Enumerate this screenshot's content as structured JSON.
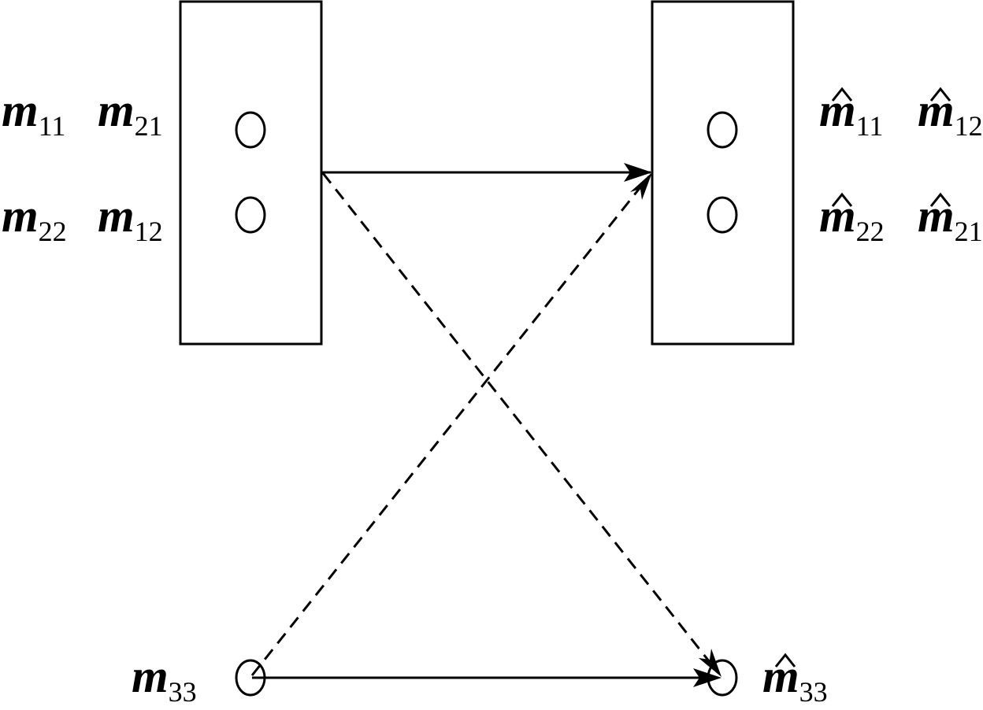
{
  "colors": {
    "stroke": "#000000",
    "background": "#ffffff"
  },
  "labels": {
    "m11": {
      "base": "m",
      "sub": "11"
    },
    "m21": {
      "base": "m",
      "sub": "21"
    },
    "m22": {
      "base": "m",
      "sub": "22"
    },
    "m12": {
      "base": "m",
      "sub": "12"
    },
    "m33": {
      "base": "m",
      "sub": "33"
    },
    "mhat11": {
      "base": "m",
      "sub": "11"
    },
    "mhat12": {
      "base": "m",
      "sub": "12"
    },
    "mhat22": {
      "base": "m",
      "sub": "22"
    },
    "mhat21": {
      "base": "m",
      "sub": "21"
    },
    "mhat33": {
      "base": "m",
      "sub": "33"
    }
  },
  "arrows": [
    {
      "from": "left-box",
      "to": "right-box",
      "style": "solid"
    },
    {
      "from": "left-box",
      "to": "bottom-right-node",
      "style": "dashed"
    },
    {
      "from": "bottom-left-node",
      "to": "right-box",
      "style": "dashed"
    },
    {
      "from": "bottom-left-node",
      "to": "bottom-right-node",
      "style": "solid"
    }
  ]
}
